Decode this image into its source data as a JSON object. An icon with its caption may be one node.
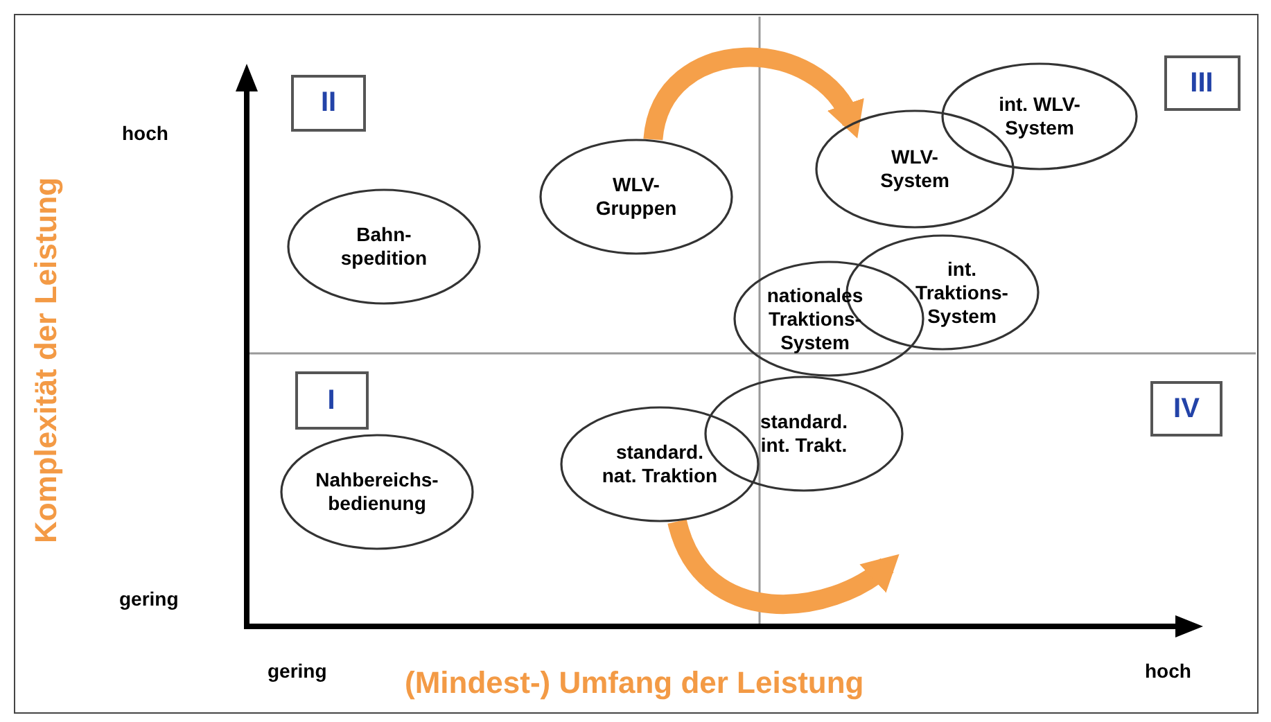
{
  "diagram": {
    "nodes": [
      {
        "text": [
          "II"
        ]
      },
      {
        "text": [
          "WLV- Gruppen"
        ]
      },
      {
        "text": [
          "int. WLV- System"
        ]
      },
      {
        "text": [
          "WLV- System"
        ]
      },
      {
        "text": [
          "III"
        ]
      },
      {
        "text": [
          "Bahn- spedition"
        ]
      },
      {
        "text": [
          "int. Traktions- System"
        ]
      },
      {
        "text": [
          "nationales Traktions- System"
        ]
      },
      {
        "text": [
          "I"
        ]
      },
      {
        "text": [
          "IV"
        ]
      },
      {
        "text": [
          "standard. int. Trakt."
        ]
      },
      {
        "text": [
          "standard. nat. Traktion"
        ]
      },
      {
        "text": [
          "Nahbereichs- bedienung"
        ]
      }
    ],
    "edges": [
      {
        "from": 1,
        "to": 3,
        "arrow": "to"
      },
      {
        "from": 11,
        "to": null,
        "arrow": "to"
      }
    ],
    "labels": [
      "hoch",
      "Komplexität der Leistung",
      "gering",
      "gering",
      "(Mindest-) Umfang der Leistung",
      "hoch"
    ]
  }
}
